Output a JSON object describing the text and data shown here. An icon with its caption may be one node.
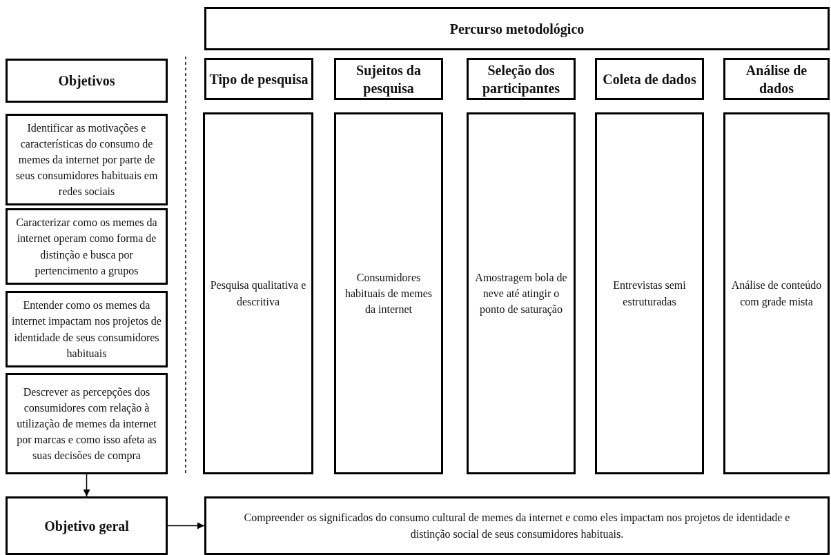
{
  "diagram": {
    "nodes": [
      {
        "text": [
          "Percurso metodológico"
        ]
      },
      {
        "text": [
          "Objetivos"
        ]
      },
      {
        "text": [
          "Tipo de pesquisa"
        ]
      },
      {
        "text": [
          "Sujeitos da pesquisa"
        ]
      },
      {
        "text": [
          "Seleção dos participantes"
        ]
      },
      {
        "text": [
          "Coleta de dados"
        ]
      },
      {
        "text": [
          "Análise de dados"
        ]
      },
      {
        "text": [
          "Identificar as motivações e características do consumo de memes da internet por parte de seus consumidores habituais em redes sociais"
        ]
      },
      {
        "text": [
          "Caracterizar como os memes da internet operam como forma de distinção e busca por pertencimento a grupos"
        ]
      },
      {
        "text": [
          "Entender como os memes da internet impactam nos projetos de identidade de seus consumidores habituais"
        ]
      },
      {
        "text": [
          "Descrever as percepções dos consumidores com relação à utilização de memes da internet por marcas e como isso afeta as suas decisões de compra"
        ]
      },
      {
        "text": [
          "Pesquisa qualitativa e descritiva"
        ]
      },
      {
        "text": [
          "Consumidores habituais de memes da internet"
        ]
      },
      {
        "text": [
          "Amostragem bola de neve até atingir o ponto de saturação"
        ]
      },
      {
        "text": [
          "Entrevistas semi estruturadas"
        ]
      },
      {
        "text": [
          "Análise de conteúdo com grade mista"
        ]
      },
      {
        "text": [
          "Objetivo geral"
        ]
      },
      {
        "text": [
          "Compreender os significados do consumo cultural de memes da internet e como eles impactam nos projetos de identidade e distinção social de seus consumidores habituais."
        ]
      }
    ],
    "edges": [
      {
        "from": 10,
        "to": 16,
        "arrow": "to"
      },
      {
        "from": 16,
        "to": 17,
        "arrow": "to"
      }
    ]
  }
}
